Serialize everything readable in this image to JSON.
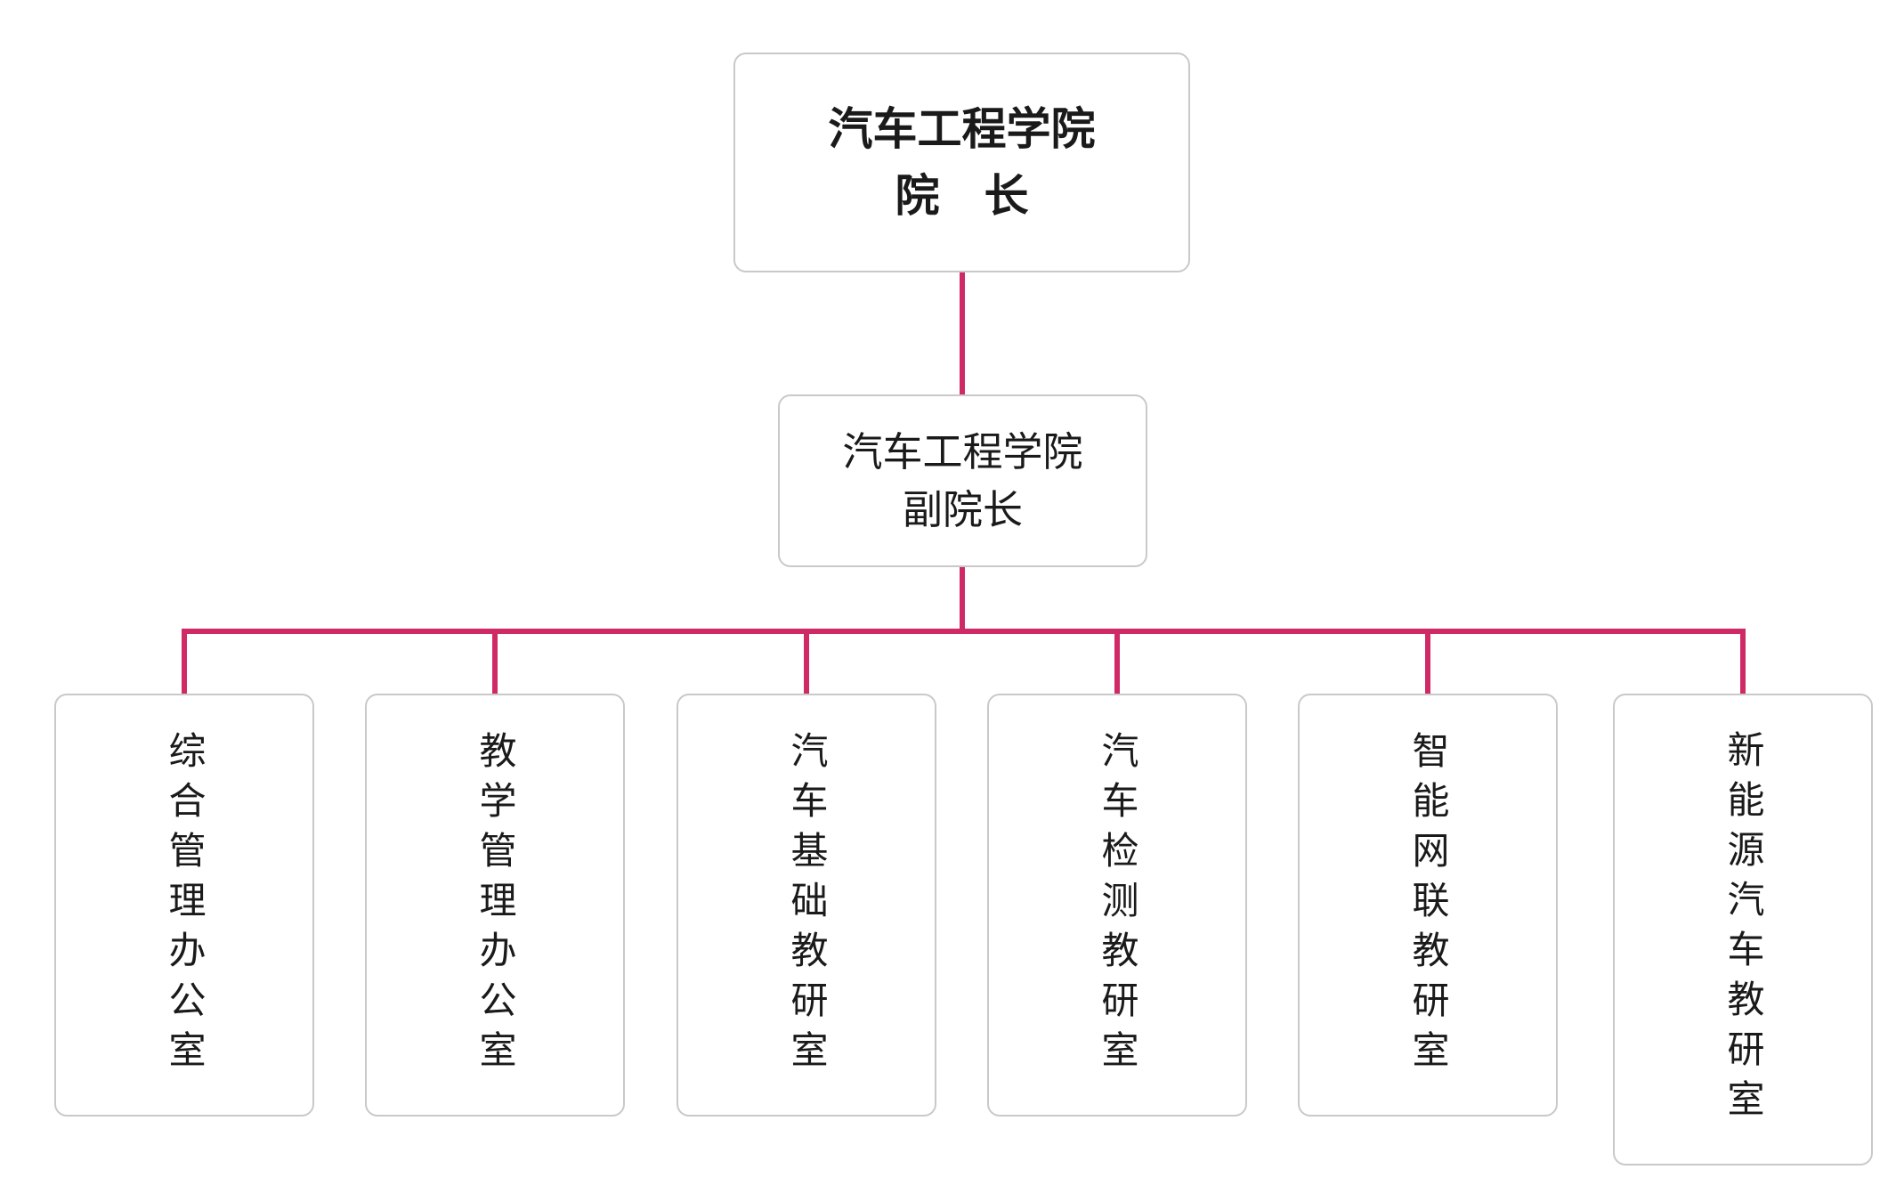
{
  "org_chart": {
    "connector_color": "#d02a66",
    "root": {
      "line1": "汽车工程学院",
      "line2": "院　长"
    },
    "vice": {
      "line1": "汽车工程学院",
      "line2": "副院长"
    },
    "departments": [
      {
        "label": "综合管理办公室"
      },
      {
        "label": "教学管理办公室"
      },
      {
        "label": "汽车基础教研室"
      },
      {
        "label": "汽车检测教研室"
      },
      {
        "label": "智能网联教研室"
      },
      {
        "label": "新能源汽车教研室"
      }
    ]
  }
}
